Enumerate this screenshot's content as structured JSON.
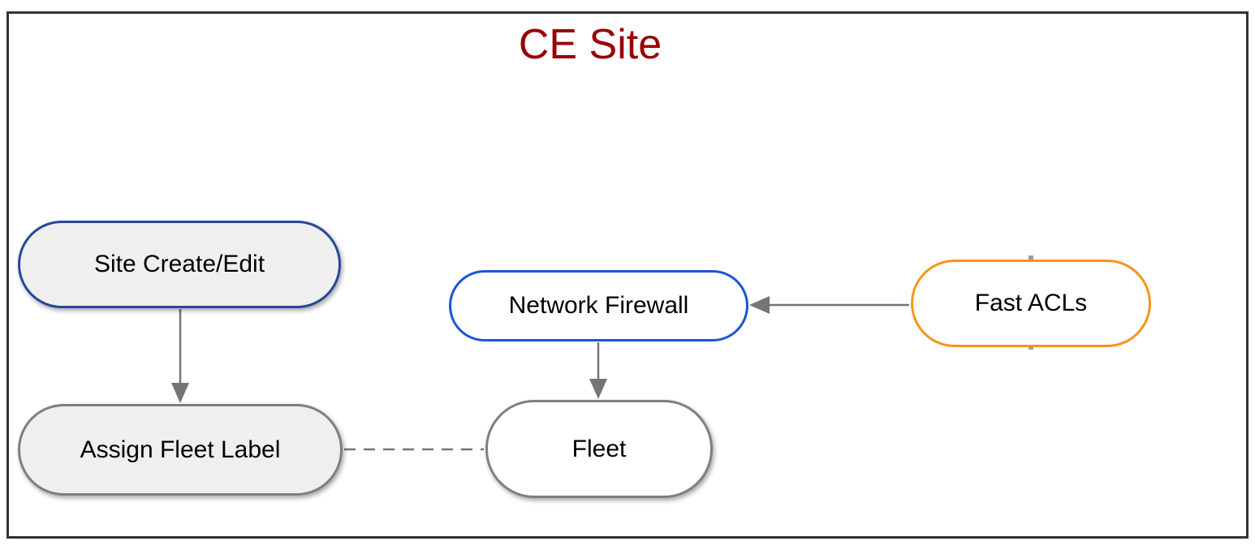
{
  "diagram": {
    "title": "CE Site",
    "title_color": "#990000",
    "frame_color": "#333333",
    "edge_color": "#757575",
    "nodes": [
      {
        "id": "site-create-edit",
        "label": "Site Create/Edit",
        "border_color": "#27489c",
        "fill_color": "#efefef",
        "shadow": true
      },
      {
        "id": "assign-fleet-label",
        "label": "Assign Fleet Label",
        "border_color": "#7f7f7f",
        "fill_color": "#efefef",
        "shadow": true
      },
      {
        "id": "network-firewall",
        "label": "Network Firewall",
        "border_color": "#1b55d6",
        "fill_color": "#ffffff",
        "shadow": false
      },
      {
        "id": "fleet",
        "label": "Fleet",
        "border_color": "#7f7f7f",
        "fill_color": "#ffffff",
        "shadow": true
      },
      {
        "id": "fast-acls",
        "label": "Fast ACLs",
        "border_color": "#f7941d",
        "fill_color": "#ffffff",
        "shadow": false
      }
    ],
    "edges": [
      {
        "from": "site-create-edit",
        "to": "assign-fleet-label",
        "style": "solid",
        "arrowhead": "to"
      },
      {
        "from": "network-firewall",
        "to": "fleet",
        "style": "solid",
        "arrowhead": "to"
      },
      {
        "from": "fast-acls",
        "to": "network-firewall",
        "style": "solid",
        "arrowhead": "to"
      },
      {
        "from": "assign-fleet-label",
        "to": "fleet",
        "style": "dashed",
        "arrowhead": "none"
      }
    ]
  }
}
